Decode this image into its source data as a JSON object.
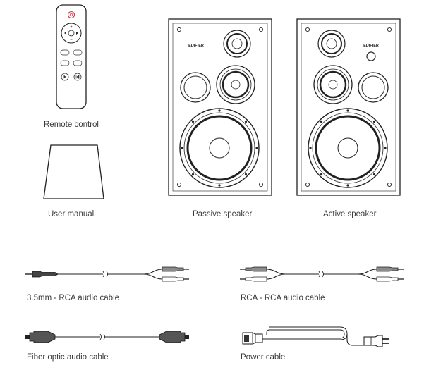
{
  "items": {
    "remote_label": "Remote control",
    "manual_label": "User manual",
    "passive_label": "Passive speaker",
    "active_label": "Active speaker",
    "cable_35_label": "3.5mm - RCA audio cable",
    "rca_label": "RCA - RCA audio cable",
    "fiber_label": "Fiber optic audio cable",
    "power_label": "Power cable"
  },
  "brand": "EDIFIER"
}
